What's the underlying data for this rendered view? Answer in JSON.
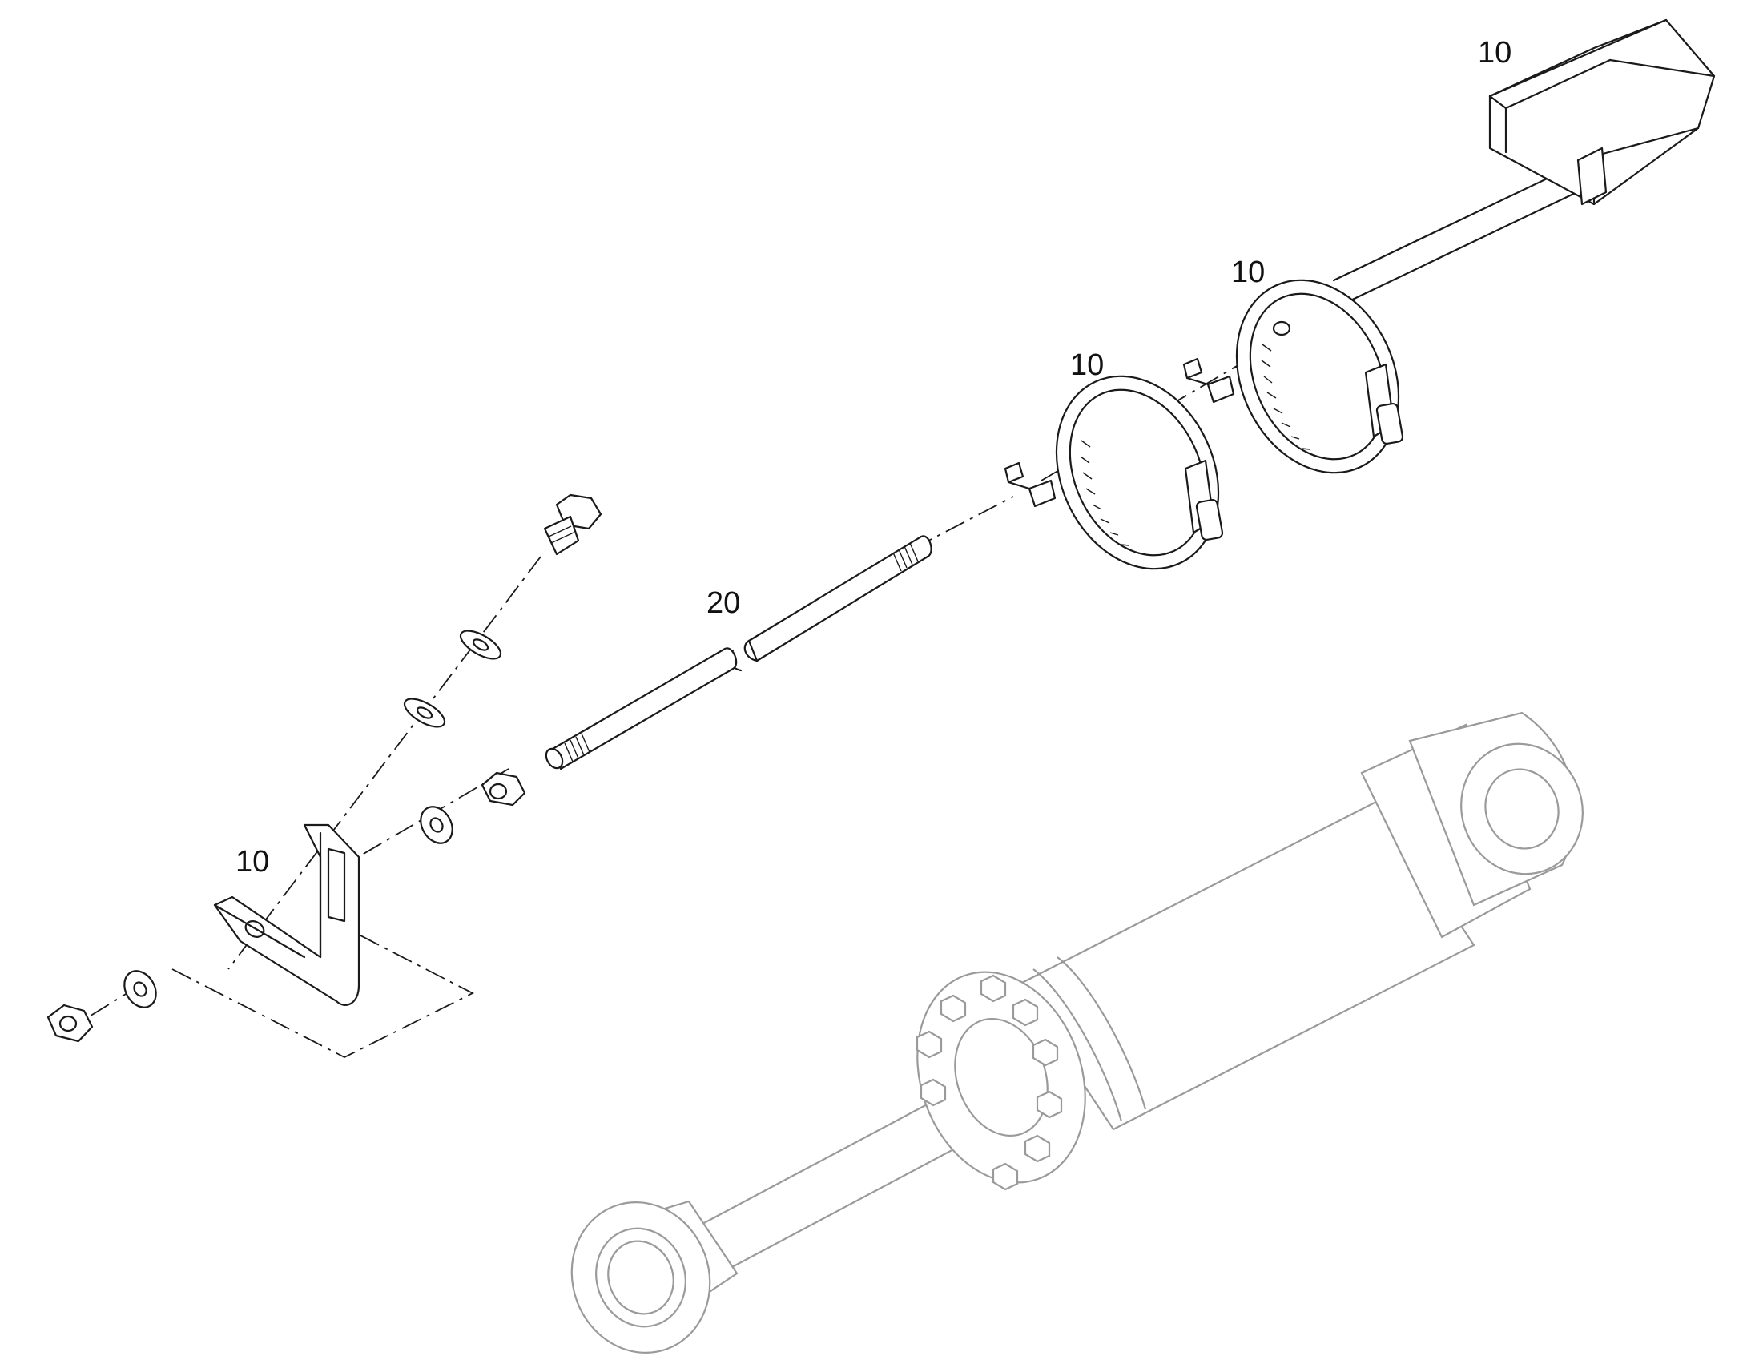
{
  "diagram": {
    "callouts": [
      {
        "id": "protective-cover",
        "label": "10"
      },
      {
        "id": "hose-clamp-upper",
        "label": "10"
      },
      {
        "id": "hose-clamp-lower",
        "label": "10"
      },
      {
        "id": "threaded-rod",
        "label": "20"
      },
      {
        "id": "mounting-bracket",
        "label": "10"
      }
    ],
    "colors": {
      "ink": "#1a1a1a",
      "ghost": "#9a9a9a",
      "background": "#ffffff"
    }
  }
}
